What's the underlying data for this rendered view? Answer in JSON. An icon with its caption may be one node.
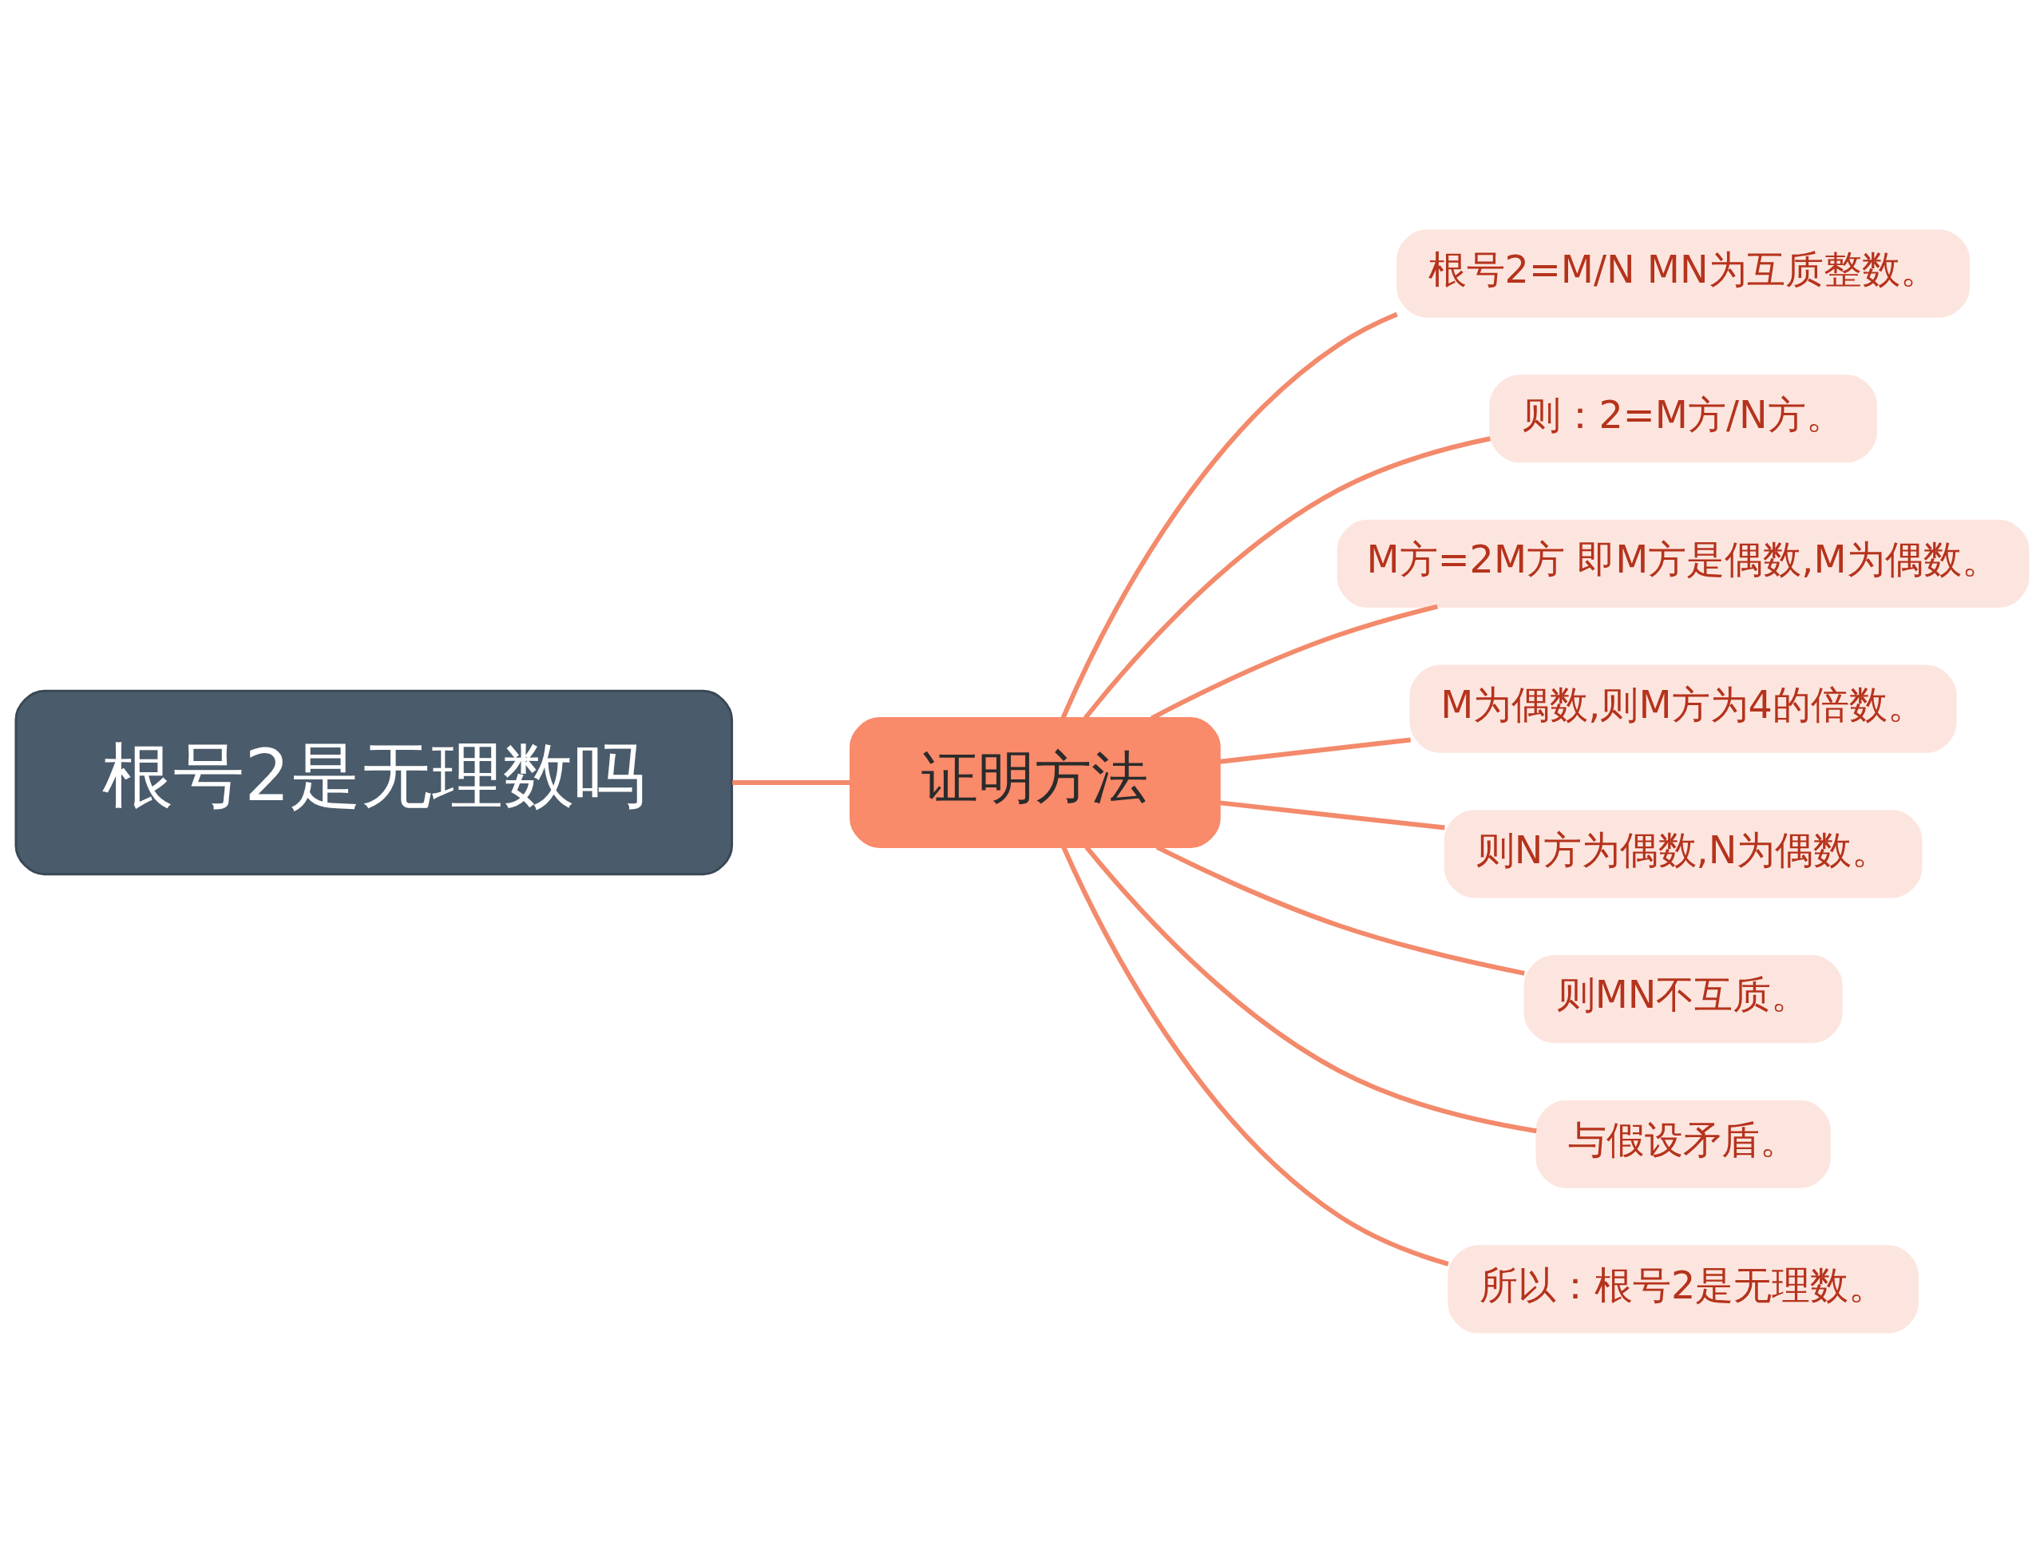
{
  "diagram": {
    "nodes": [
      {
        "text": [
          "根号2是无理数吗"
        ]
      },
      {
        "text": [
          "证明方法"
        ]
      },
      {
        "text": [
          "根号2=M/N MN为互质整数。"
        ]
      },
      {
        "text": [
          "则：2=M方/N方。"
        ]
      },
      {
        "text": [
          "M方=2M方 即M方是偶数,M为偶数。"
        ]
      },
      {
        "text": [
          "M为偶数,则M方为4的倍数。"
        ]
      },
      {
        "text": [
          "则N方为偶数,N为偶数。"
        ]
      },
      {
        "text": [
          "则MN不互质。"
        ]
      },
      {
        "text": [
          "与假设矛盾。"
        ]
      },
      {
        "text": [
          "所以：根号2是无理数。"
        ]
      }
    ],
    "edges": [
      {
        "from": 0,
        "to": 1,
        "arrow": "none"
      },
      {
        "from": 1,
        "to": 2,
        "arrow": "none"
      },
      {
        "from": 1,
        "to": 3,
        "arrow": "none"
      },
      {
        "from": 1,
        "to": 4,
        "arrow": "none"
      },
      {
        "from": 1,
        "to": 5,
        "arrow": "none"
      },
      {
        "from": 1,
        "to": 6,
        "arrow": "none"
      },
      {
        "from": 1,
        "to": 7,
        "arrow": "none"
      },
      {
        "from": 1,
        "to": 8,
        "arrow": "none"
      },
      {
        "from": 1,
        "to": 9,
        "arrow": "none"
      }
    ]
  }
}
